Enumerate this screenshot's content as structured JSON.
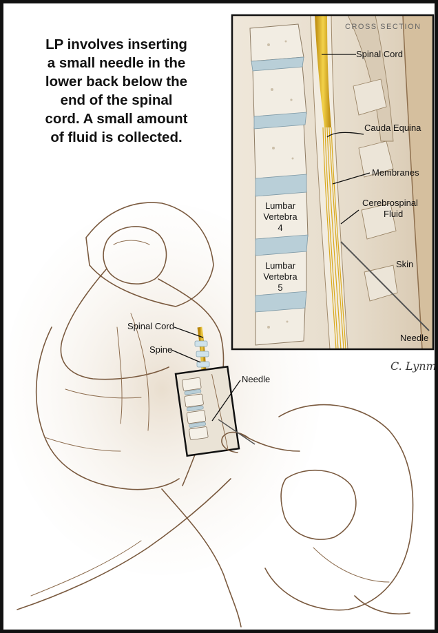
{
  "intro": {
    "lines": [
      "LP involves inserting",
      "a small needle in the",
      "lower back below the",
      "end of the spinal",
      "cord. A small amount",
      "of fluid is collected."
    ]
  },
  "cross_section": {
    "heading": "CROSS SECTION",
    "labels": {
      "spinal_cord": "Spinal Cord",
      "cauda_equina": "Cauda Equina",
      "membranes": "Membranes",
      "csf_line1": "Cerebrospinal",
      "csf_line2": "Fluid",
      "skin": "Skin",
      "needle": "Needle",
      "lv4_line1": "Lumbar",
      "lv4_line2": "Vertebra",
      "lv4_line3": "4",
      "lv5_line1": "Lumbar",
      "lv5_line2": "Vertebra",
      "lv5_line3": "5"
    }
  },
  "main_labels": {
    "spinal_cord": "Spinal Cord",
    "spine": "Spine",
    "needle": "Needle"
  },
  "signature": "C. Lynm",
  "colors": {
    "cord": "#e8b820",
    "sketch": "#7a5a3f",
    "bone": "#e9e2d2",
    "disc": "#b9cfd8"
  }
}
